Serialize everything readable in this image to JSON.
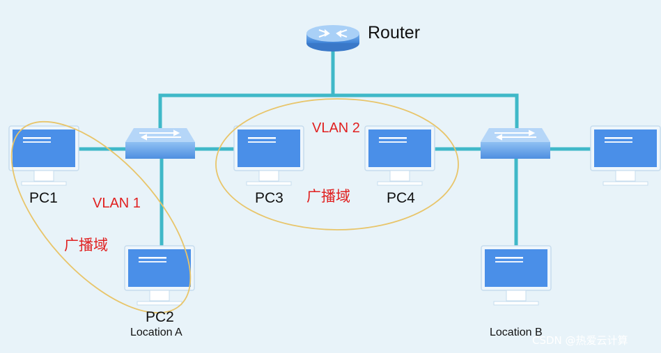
{
  "router": {
    "label": "Router"
  },
  "pcs": [
    {
      "id": "pc1",
      "label": "PC1"
    },
    {
      "id": "pc2",
      "label": "PC2"
    },
    {
      "id": "pc3",
      "label": "PC3"
    },
    {
      "id": "pc4",
      "label": "PC4"
    },
    {
      "id": "pc5",
      "label": ""
    },
    {
      "id": "pc6",
      "label": ""
    }
  ],
  "vlans": [
    {
      "name": "VLAN 1",
      "domain_label": "广播域"
    },
    {
      "name": "VLAN 2",
      "domain_label": "广播域"
    }
  ],
  "locations": {
    "a": "Location A",
    "b": "Location B"
  },
  "watermark": "CSDN @热爱云计算",
  "colors": {
    "background": "#e8f3f9",
    "link": "#3fb8c8",
    "pc_screen": "#4a8fe8",
    "router": "#5b9ae0",
    "switch": "#5b9ae0",
    "broadcast_ellipse": "#e8c56a",
    "vlan_text": "#e02020"
  }
}
